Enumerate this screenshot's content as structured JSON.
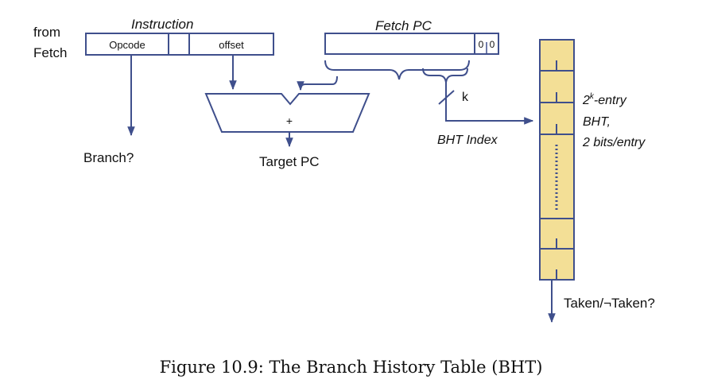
{
  "instruction": {
    "from_label_line1": "from",
    "from_label_line2": "Fetch",
    "title": "Instruction",
    "opcode_label": "Opcode",
    "offset_label": "offset"
  },
  "fetch_pc": {
    "title": "Fetch PC",
    "low_bits_a": "0",
    "low_bits_b": "0"
  },
  "adder": {
    "symbol": "+",
    "output_label": "Target PC"
  },
  "branch_label": "Branch?",
  "index": {
    "width_label": "k",
    "label": "BHT Index"
  },
  "bht": {
    "desc_line1_base": "2",
    "desc_line1_sup": "k",
    "desc_line1_rest": "-entry",
    "desc_line2": "BHT,",
    "desc_line3": "2 bits/entry",
    "output_label": "Taken/¬Taken?",
    "fill_color": "#f3df96",
    "line_color": "#3f4f8c"
  },
  "caption": "Figure 10.9: The Branch History Table (BHT)"
}
